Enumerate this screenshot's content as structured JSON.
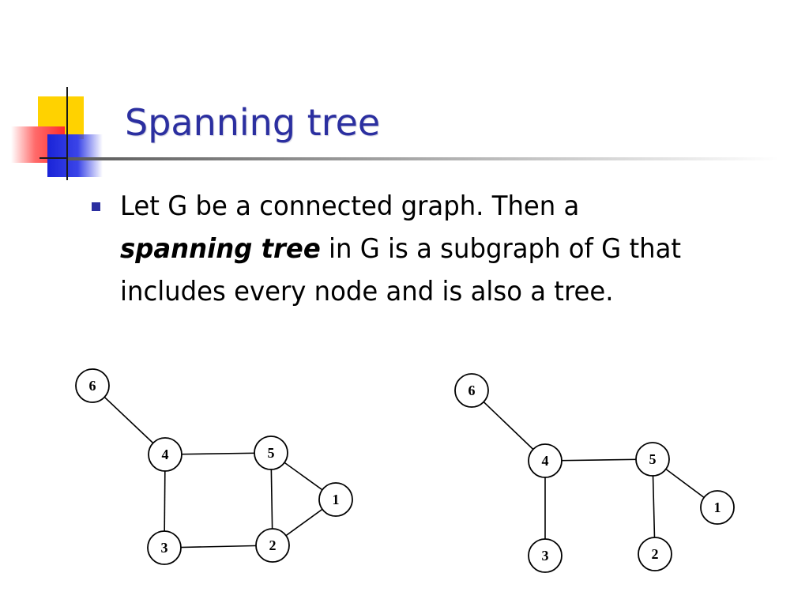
{
  "slide": {
    "title": "Spanning tree",
    "bullet": {
      "line1": "Let G be a connected graph. Then a",
      "emphasis": "spanning tree",
      "rest": " in G is a subgraph of G that includes every node and is also a tree."
    }
  },
  "colors": {
    "title": "#2b2fa0",
    "bullet": "#2b2fa0",
    "deco_yellow": "#ffd200",
    "deco_red": "#ff2b2b",
    "deco_blue": "#1a24d8"
  },
  "graphs": [
    {
      "name": "graph-g",
      "nodes": [
        "6",
        "4",
        "5",
        "1",
        "3",
        "2"
      ],
      "edges": [
        [
          "6",
          "4"
        ],
        [
          "4",
          "5"
        ],
        [
          "4",
          "3"
        ],
        [
          "5",
          "2"
        ],
        [
          "5",
          "1"
        ],
        [
          "1",
          "2"
        ],
        [
          "3",
          "2"
        ]
      ]
    },
    {
      "name": "spanning-tree",
      "nodes": [
        "6",
        "4",
        "5",
        "1",
        "3",
        "2"
      ],
      "edges": [
        [
          "6",
          "4"
        ],
        [
          "4",
          "5"
        ],
        [
          "4",
          "3"
        ],
        [
          "5",
          "2"
        ],
        [
          "5",
          "1"
        ]
      ]
    }
  ]
}
